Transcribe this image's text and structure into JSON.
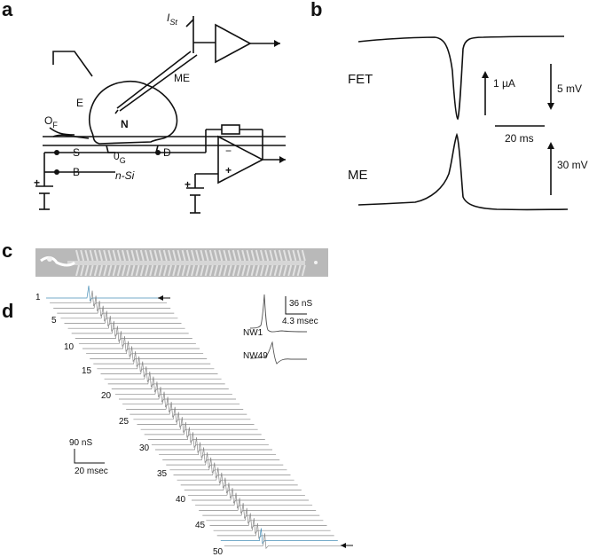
{
  "panels": {
    "a": {
      "letter": "a",
      "labels": {
        "ist_main": "I",
        "ist_sub": "St",
        "me": "ME",
        "e": "E",
        "n": "N",
        "of_main": "O",
        "of_sub": "F",
        "s": "S",
        "b": "B",
        "og_main": "0",
        "og_sub": "G",
        "d": "D",
        "nsi": "n-Si",
        "plus_left": "+",
        "minus_amp": "−",
        "plus_amp": "+",
        "plus_right": "+"
      }
    },
    "b": {
      "letter": "b",
      "fet": "FET",
      "me": "ME",
      "current_scale": "1  µA",
      "voltage_scale_fet": "5 mV",
      "time_scale": "20 ms",
      "voltage_scale_me": "30 mV"
    },
    "c": {
      "letter": "c"
    },
    "d": {
      "letter": "d",
      "trace_numbers": [
        "1",
        "5",
        "10",
        "15",
        "20",
        "25",
        "30",
        "35",
        "40",
        "45",
        "50"
      ],
      "scale_conductance": "90 nS",
      "scale_time": "20 msec",
      "inset_conductance": "36 nS",
      "inset_time": "4.3 msec",
      "inset_trace_top": "NW1",
      "inset_trace_bottom": "NW49"
    }
  }
}
